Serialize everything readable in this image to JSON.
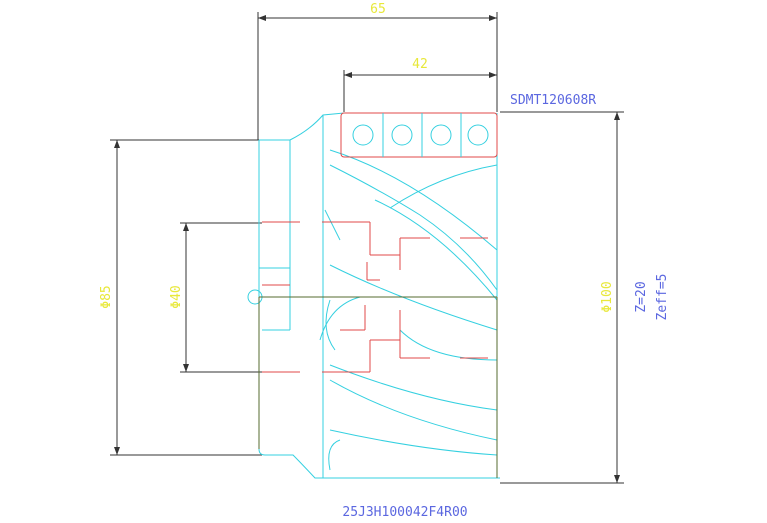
{
  "dimensions": {
    "overall_length": "65",
    "insert_length": "42",
    "dia_outer": "Φ85",
    "dia_bore": "Φ40",
    "dia_cutter": "Φ100"
  },
  "insert": {
    "code": "SDMT120608R"
  },
  "teeth": {
    "z": "Z=20",
    "zeff": "Zeff=5"
  },
  "part_number": "25J3H100042F4R00",
  "colors": {
    "dimension_lines": "#333333",
    "dimension_text": "#e8e83a",
    "tool_body": "#35d0e0",
    "cutting_edges": "#e04848",
    "annotation_text": "#5b67e0",
    "boundary": "#556b2f"
  }
}
